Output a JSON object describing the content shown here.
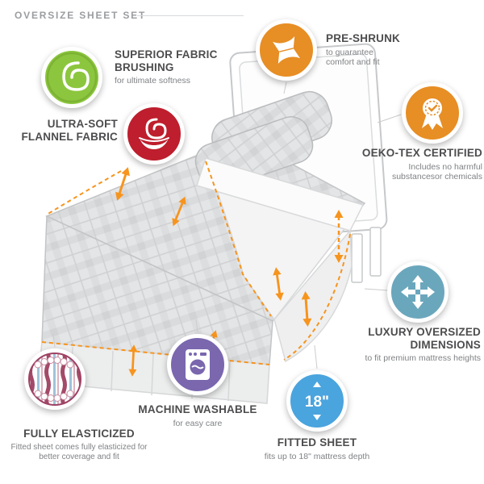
{
  "header": {
    "title": "OVERSIZE SHEET SET"
  },
  "colors": {
    "green": "#8cc63e",
    "red": "#be1e2d",
    "orange": "#e78e24",
    "teal": "#6ba7bc",
    "blue": "#4aa4de",
    "purple": "#7a67ae",
    "maroon": "#9e4163",
    "arrow_accent": "#f7941d",
    "title_text": "#4d4d4f",
    "subtitle_text": "#808285"
  },
  "icons": {
    "superior": "swirl-icon",
    "ultra_soft": "fabric-hand-icon",
    "pre_shrunk": "shrink-fabric-icon",
    "oeko_tex": "certified-medal-icon",
    "luxury": "expand-arrows-icon",
    "fitted": "mattress-depth-icon",
    "machine": "washing-machine-icon",
    "elastic": "elastic-fabric-icon"
  },
  "features": {
    "superior": {
      "title": "SUPERIOR FABRIC BRUSHING",
      "subtitle": "for ultimate softness"
    },
    "ultra_soft": {
      "title": "ULTRA-SOFT FLANNEL FABRIC"
    },
    "pre_shrunk": {
      "title": "PRE-SHRUNK",
      "subtitle": "to guarantee comfort and fit"
    },
    "oeko_tex": {
      "title": "OEKO-TEX CERTIFIED",
      "subtitle": "Includes no harmful substancesor chemicals"
    },
    "luxury": {
      "title": "LUXURY OVERSIZED DIMENSIONS",
      "subtitle": "to fit premium mattress heights"
    },
    "fitted": {
      "title": "FITTED SHEET",
      "subtitle": "fits up to 18\" mattress depth",
      "badge_text": "18\""
    },
    "machine": {
      "title": "MACHINE WASHABLE",
      "subtitle": "for easy care"
    },
    "elastic": {
      "title": "FULLY ELASTICIZED",
      "subtitle": "Fitted sheet comes fully elasticized for better coverage and fit"
    }
  }
}
